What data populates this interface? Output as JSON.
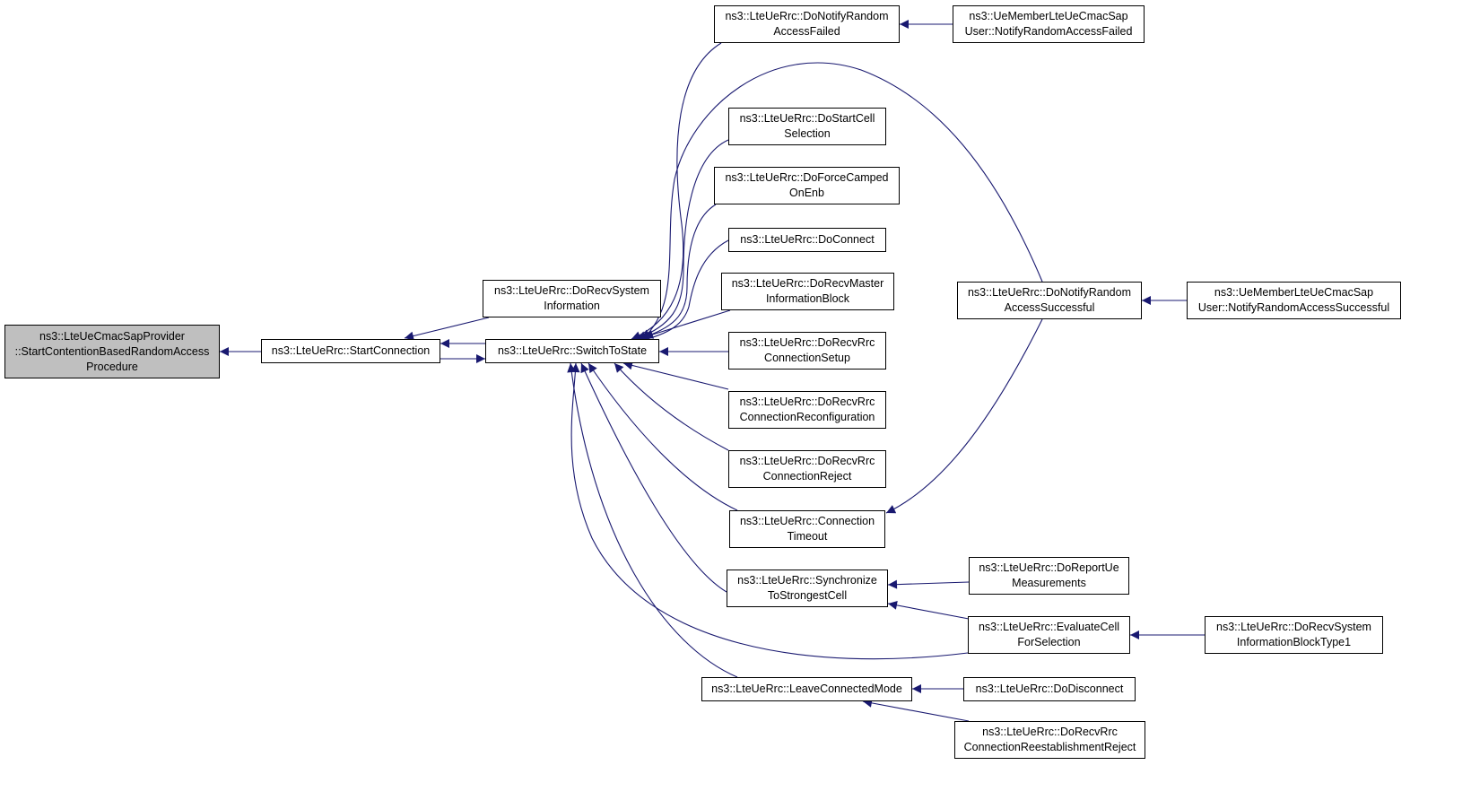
{
  "graph": {
    "edge_color": "#191970",
    "focus_fill": "#bfbfbf",
    "nodes": {
      "start_contention": {
        "lines": [
          "ns3::LteUeCmacSapProvider",
          "::StartContentionBasedRandomAccess",
          "Procedure"
        ]
      },
      "start_connection": {
        "lines": [
          "ns3::LteUeRrc::StartConnection"
        ]
      },
      "do_recv_system_information": {
        "lines": [
          "ns3::LteUeRrc::DoRecvSystem",
          "Information"
        ]
      },
      "switch_to_state": {
        "lines": [
          "ns3::LteUeRrc::SwitchToState"
        ]
      },
      "do_notify_random_access_failed": {
        "lines": [
          "ns3::LteUeRrc::DoNotifyRandom",
          "AccessFailed"
        ]
      },
      "ue_member_notify_random_access_failed": {
        "lines": [
          "ns3::UeMemberLteUeCmacSap",
          "User::NotifyRandomAccessFailed"
        ]
      },
      "do_start_cell_selection": {
        "lines": [
          "ns3::LteUeRrc::DoStartCell",
          "Selection"
        ]
      },
      "do_force_camped_on_enb": {
        "lines": [
          "ns3::LteUeRrc::DoForceCamped",
          "OnEnb"
        ]
      },
      "do_connect": {
        "lines": [
          "ns3::LteUeRrc::DoConnect"
        ]
      },
      "do_recv_master_information_block": {
        "lines": [
          "ns3::LteUeRrc::DoRecvMaster",
          "InformationBlock"
        ]
      },
      "do_recv_rrc_connection_setup": {
        "lines": [
          "ns3::LteUeRrc::DoRecvRrc",
          "ConnectionSetup"
        ]
      },
      "do_recv_rrc_connection_reconfiguration": {
        "lines": [
          "ns3::LteUeRrc::DoRecvRrc",
          "ConnectionReconfiguration"
        ]
      },
      "do_recv_rrc_connection_reject": {
        "lines": [
          "ns3::LteUeRrc::DoRecvRrc",
          "ConnectionReject"
        ]
      },
      "connection_timeout": {
        "lines": [
          "ns3::LteUeRrc::Connection",
          "Timeout"
        ]
      },
      "synchronize_to_strongest_cell": {
        "lines": [
          "ns3::LteUeRrc::Synchronize",
          "ToStrongestCell"
        ]
      },
      "leave_connected_mode": {
        "lines": [
          "ns3::LteUeRrc::LeaveConnectedMode"
        ]
      },
      "do_notify_random_access_successful": {
        "lines": [
          "ns3::LteUeRrc::DoNotifyRandom",
          "AccessSuccessful"
        ]
      },
      "ue_member_notify_random_access_successful": {
        "lines": [
          "ns3::UeMemberLteUeCmacSap",
          "User::NotifyRandomAccessSuccessful"
        ]
      },
      "do_report_ue_measurements": {
        "lines": [
          "ns3::LteUeRrc::DoReportUe",
          "Measurements"
        ]
      },
      "evaluate_cell_for_selection": {
        "lines": [
          "ns3::LteUeRrc::EvaluateCell",
          "ForSelection"
        ]
      },
      "do_recv_system_information_block_type1": {
        "lines": [
          "ns3::LteUeRrc::DoRecvSystem",
          "InformationBlockType1"
        ]
      },
      "do_disconnect": {
        "lines": [
          "ns3::LteUeRrc::DoDisconnect"
        ]
      },
      "do_recv_rrc_connection_reestablishment_reject": {
        "lines": [
          "ns3::LteUeRrc::DoRecvRrc",
          "ConnectionReestablishmentReject"
        ]
      }
    },
    "edges": [
      {
        "from": "start_connection",
        "to": "start_contention"
      },
      {
        "from": "do_recv_system_information",
        "to": "start_connection"
      },
      {
        "from": "switch_to_state",
        "to": "start_connection"
      },
      {
        "from": "start_connection",
        "to": "switch_to_state"
      },
      {
        "from": "do_notify_random_access_failed",
        "to": "switch_to_state"
      },
      {
        "from": "do_notify_random_access_successful",
        "to": "switch_to_state"
      },
      {
        "from": "do_start_cell_selection",
        "to": "switch_to_state"
      },
      {
        "from": "do_force_camped_on_enb",
        "to": "switch_to_state"
      },
      {
        "from": "do_connect",
        "to": "switch_to_state"
      },
      {
        "from": "do_recv_master_information_block",
        "to": "switch_to_state"
      },
      {
        "from": "do_recv_rrc_connection_setup",
        "to": "switch_to_state"
      },
      {
        "from": "do_recv_rrc_connection_reconfiguration",
        "to": "switch_to_state"
      },
      {
        "from": "do_recv_rrc_connection_reject",
        "to": "switch_to_state"
      },
      {
        "from": "connection_timeout",
        "to": "switch_to_state"
      },
      {
        "from": "synchronize_to_strongest_cell",
        "to": "switch_to_state"
      },
      {
        "from": "evaluate_cell_for_selection",
        "to": "switch_to_state"
      },
      {
        "from": "leave_connected_mode",
        "to": "switch_to_state"
      },
      {
        "from": "ue_member_notify_random_access_failed",
        "to": "do_notify_random_access_failed"
      },
      {
        "from": "ue_member_notify_random_access_successful",
        "to": "do_notify_random_access_successful"
      },
      {
        "from": "do_notify_random_access_successful",
        "to": "connection_timeout"
      },
      {
        "from": "do_report_ue_measurements",
        "to": "synchronize_to_strongest_cell"
      },
      {
        "from": "evaluate_cell_for_selection",
        "to": "synchronize_to_strongest_cell"
      },
      {
        "from": "do_recv_system_information_block_type1",
        "to": "evaluate_cell_for_selection"
      },
      {
        "from": "do_disconnect",
        "to": "leave_connected_mode"
      },
      {
        "from": "do_recv_rrc_connection_reestablishment_reject",
        "to": "leave_connected_mode"
      }
    ]
  }
}
